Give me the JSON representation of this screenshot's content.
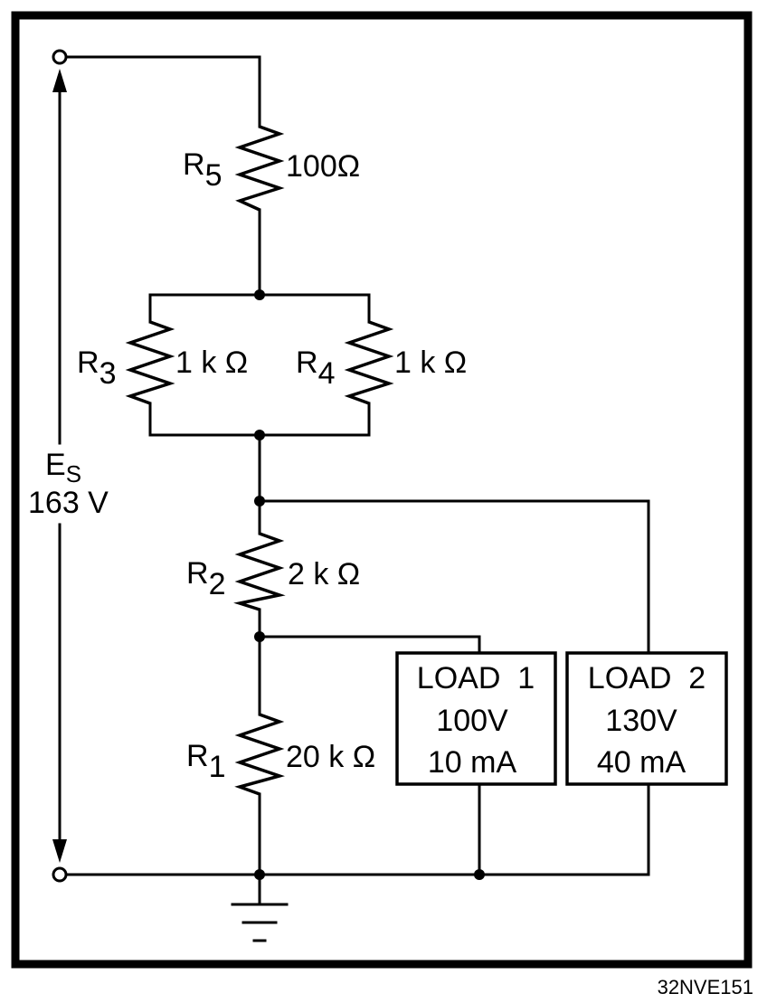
{
  "figure_code": "32NVE151",
  "source": {
    "symbol": "E",
    "subscript": "S",
    "voltage": "163 V"
  },
  "resistors": [
    {
      "id": "R5",
      "symbol": "R",
      "subscript": "5",
      "value": "100Ω"
    },
    {
      "id": "R3",
      "symbol": "R",
      "subscript": "3",
      "value": "1 k Ω"
    },
    {
      "id": "R4",
      "symbol": "R",
      "subscript": "4",
      "value": "1 k Ω"
    },
    {
      "id": "R2",
      "symbol": "R",
      "subscript": "2",
      "value": "2 k Ω"
    },
    {
      "id": "R1",
      "symbol": "R",
      "subscript": "1",
      "value": "20 k Ω"
    }
  ],
  "loads": [
    {
      "name": "LOAD  1",
      "voltage": "100V",
      "current": "10 mA"
    },
    {
      "name": "LOAD  2",
      "voltage": "130V",
      "current": "40 mA"
    }
  ]
}
